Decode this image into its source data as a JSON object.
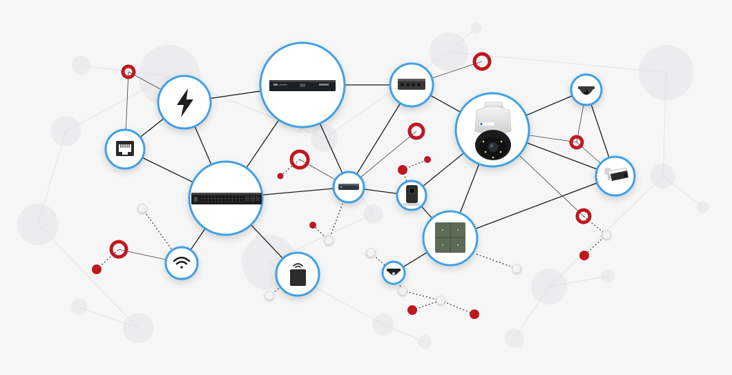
{
  "colors": {
    "node_ring": "#3f9fe6",
    "link": "#1b1b1b",
    "accent_red": "#c0171f",
    "background": "#f6f6f7"
  },
  "nodes": [
    {
      "id": "power",
      "icon": "lightning-bolt-icon"
    },
    {
      "id": "ethernet",
      "icon": "ethernet-port-icon"
    },
    {
      "id": "nvr",
      "icon": "nvr-recorder-icon"
    },
    {
      "id": "small-switch",
      "icon": "desktop-switch-icon"
    },
    {
      "id": "poe-switch",
      "icon": "rack-switch-icon"
    },
    {
      "id": "mini-switch",
      "icon": "mini-switch-icon"
    },
    {
      "id": "ptz-camera",
      "icon": "ptz-camera-icon"
    },
    {
      "id": "dome-camera",
      "icon": "dome-camera-icon"
    },
    {
      "id": "bullet-camera",
      "icon": "bullet-camera-icon"
    },
    {
      "id": "cube-camera",
      "icon": "cube-camera-icon"
    },
    {
      "id": "touch-panel",
      "icon": "touch-panel-icon"
    },
    {
      "id": "fisheye-camera",
      "icon": "fisheye-camera-icon"
    },
    {
      "id": "wifi",
      "icon": "wifi-icon"
    },
    {
      "id": "wireless-ap",
      "icon": "wireless-ap-icon"
    }
  ]
}
